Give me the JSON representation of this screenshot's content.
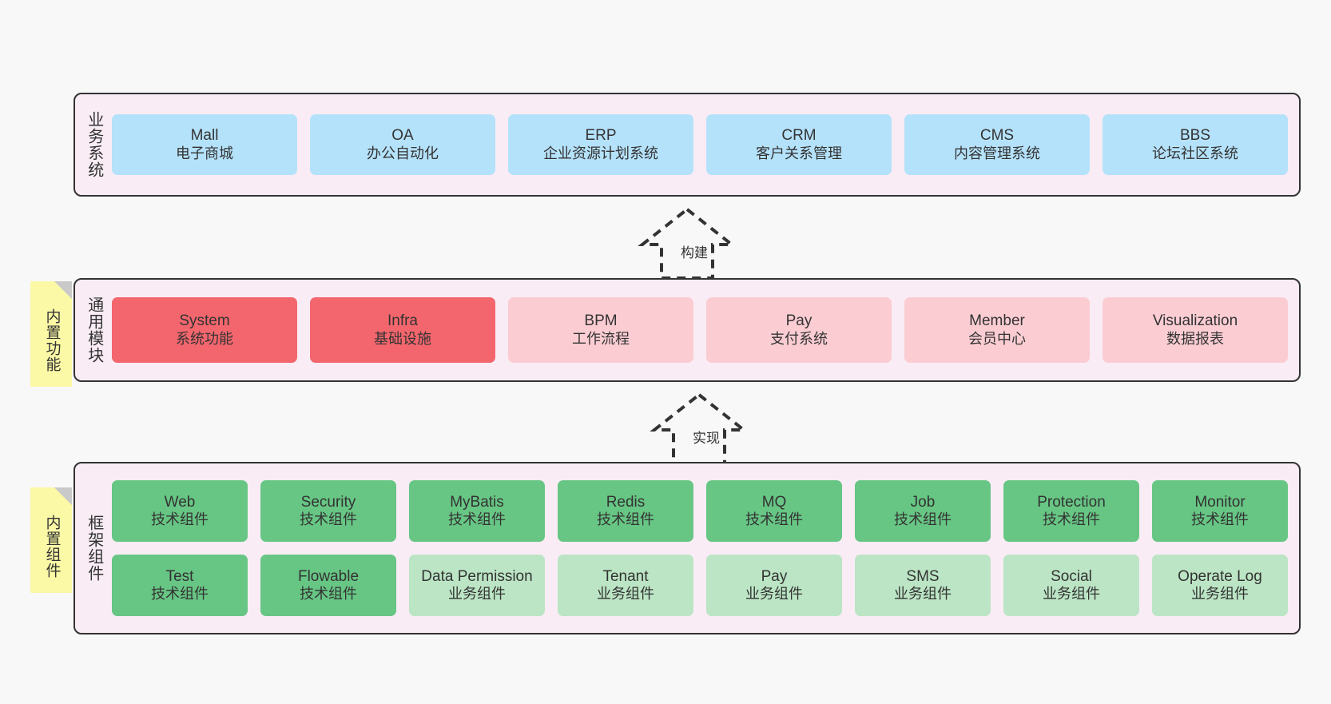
{
  "layers": [
    {
      "id": "business-systems",
      "title": "业务系统",
      "cards": [
        {
          "name": "Mall",
          "sub": "电子商城",
          "color": "blue"
        },
        {
          "name": "OA",
          "sub": "办公自动化",
          "color": "blue"
        },
        {
          "name": "ERP",
          "sub": "企业资源计划系统",
          "color": "blue"
        },
        {
          "name": "CRM",
          "sub": "客户关系管理",
          "color": "blue"
        },
        {
          "name": "CMS",
          "sub": "内容管理系统",
          "color": "blue"
        },
        {
          "name": "BBS",
          "sub": "论坛社区系统",
          "color": "blue"
        }
      ]
    },
    {
      "id": "common-modules",
      "title": "通用模块",
      "sticky": "内置功能",
      "cards": [
        {
          "name": "System",
          "sub": "系统功能",
          "color": "red"
        },
        {
          "name": "Infra",
          "sub": "基础设施",
          "color": "red"
        },
        {
          "name": "BPM",
          "sub": "工作流程",
          "color": "pink"
        },
        {
          "name": "Pay",
          "sub": "支付系统",
          "color": "pink"
        },
        {
          "name": "Member",
          "sub": "会员中心",
          "color": "pink"
        },
        {
          "name": "Visualization",
          "sub": "数据报表",
          "color": "pink"
        }
      ]
    },
    {
      "id": "framework-components",
      "title": "框架组件",
      "sticky": "内置组件",
      "row1": [
        {
          "name": "Web",
          "sub": "技术组件",
          "color": "green"
        },
        {
          "name": "Security",
          "sub": "技术组件",
          "color": "green"
        },
        {
          "name": "MyBatis",
          "sub": "技术组件",
          "color": "green"
        },
        {
          "name": "Redis",
          "sub": "技术组件",
          "color": "green"
        },
        {
          "name": "MQ",
          "sub": "技术组件",
          "color": "green"
        },
        {
          "name": "Job",
          "sub": "技术组件",
          "color": "green"
        },
        {
          "name": "Protection",
          "sub": "技术组件",
          "color": "green"
        },
        {
          "name": "Monitor",
          "sub": "技术组件",
          "color": "green"
        }
      ],
      "row2": [
        {
          "name": "Test",
          "sub": "技术组件",
          "color": "green"
        },
        {
          "name": "Flowable",
          "sub": "技术组件",
          "color": "green"
        },
        {
          "name": "Data Permission",
          "sub": "业务组件",
          "color": "lightgreen"
        },
        {
          "name": "Tenant",
          "sub": "业务组件",
          "color": "lightgreen"
        },
        {
          "name": "Pay",
          "sub": "业务组件",
          "color": "lightgreen"
        },
        {
          "name": "SMS",
          "sub": "业务组件",
          "color": "lightgreen"
        },
        {
          "name": "Social",
          "sub": "业务组件",
          "color": "lightgreen"
        },
        {
          "name": "Operate Log",
          "sub": "业务组件",
          "color": "lightgreen"
        }
      ]
    }
  ],
  "connectors": [
    {
      "id": "build",
      "label": "构建"
    },
    {
      "id": "implement",
      "label": "实现"
    }
  ],
  "colors": {
    "layer_background": "#f9ecf5",
    "layer_border": "#333333",
    "blue": "#b5e2fb",
    "red": "#f4666d",
    "pink": "#fbcdd3",
    "green": "#67c684",
    "lightgreen": "#bbe5c4",
    "sticky": "#fbf8a6",
    "canvas": "#f8f8f8"
  }
}
